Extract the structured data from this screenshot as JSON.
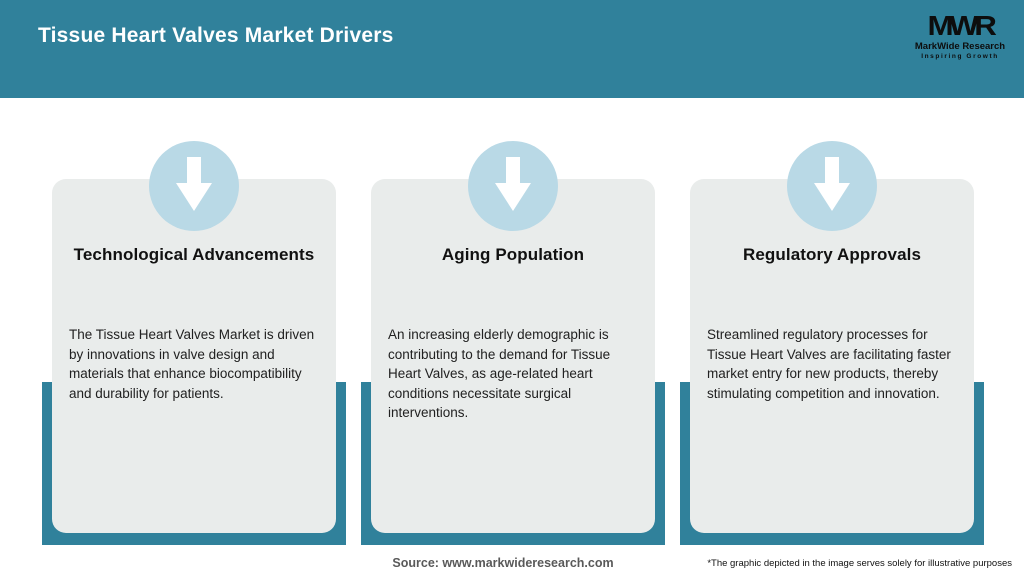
{
  "header": {
    "title": "Tissue Heart Valves Market Drivers"
  },
  "logo": {
    "monogram": "MWR",
    "name": "MarkWide Research",
    "tagline": "Inspiring Growth"
  },
  "cards": [
    {
      "icon": "down-arrow-icon",
      "title": "Technological Advancements",
      "body": "The Tissue Heart Valves Market is driven by innovations in valve design and materials that enhance biocompatibility and durability for patients."
    },
    {
      "icon": "down-arrow-icon",
      "title": "Aging Population",
      "body": "An increasing elderly demographic is contributing to the demand for Tissue Heart Valves, as age-related heart conditions necessitate surgical interventions."
    },
    {
      "icon": "down-arrow-icon",
      "title": "Regulatory Approvals",
      "body": "Streamlined regulatory processes for Tissue Heart Valves are facilitating faster market entry for new products, thereby stimulating competition and innovation."
    }
  ],
  "footer": {
    "source": "Source: www.markwideresearch.com",
    "disclaimer": "*The graphic depicted in the image serves solely for illustrative purposes"
  },
  "colors": {
    "header_teal": "#30819b",
    "shadow_teal": "#30819b",
    "card_background": "#e9eceb",
    "circle_blue": "#b9d9e6",
    "title_white": "#ffffff",
    "heading_black": "#111111",
    "body_gray": "#212121",
    "source_gray": "#595959"
  }
}
